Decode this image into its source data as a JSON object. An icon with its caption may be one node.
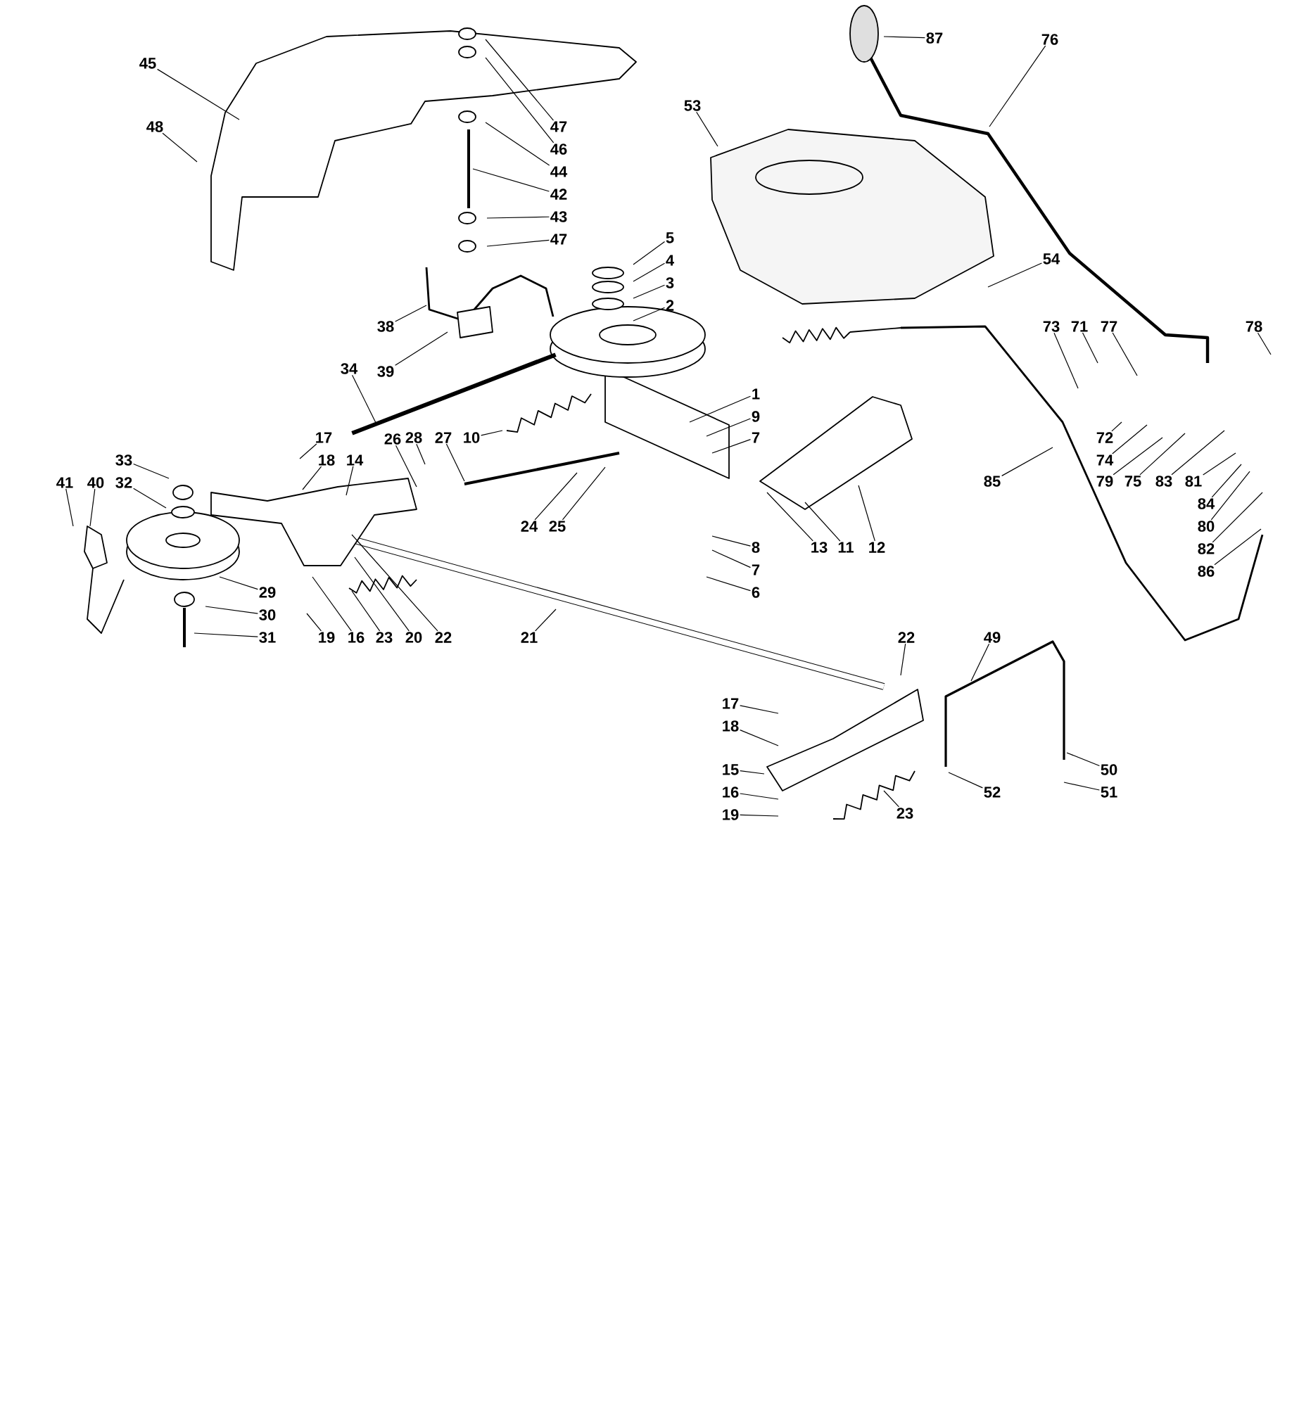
{
  "diagram": {
    "nodes": [
      {
        "text": [
          "45"
        ]
      },
      {
        "text": [
          "48"
        ]
      },
      {
        "text": [
          "47"
        ]
      },
      {
        "text": [
          "46"
        ]
      },
      {
        "text": [
          "44"
        ]
      },
      {
        "text": [
          "42"
        ]
      },
      {
        "text": [
          "43"
        ]
      },
      {
        "text": [
          "47"
        ]
      },
      {
        "text": [
          "87"
        ]
      },
      {
        "text": [
          "76"
        ]
      },
      {
        "text": [
          "53"
        ]
      },
      {
        "text": [
          "5"
        ]
      },
      {
        "text": [
          "4"
        ]
      },
      {
        "text": [
          "3"
        ]
      },
      {
        "text": [
          "2"
        ]
      },
      {
        "text": [
          "38"
        ]
      },
      {
        "text": [
          "39"
        ]
      },
      {
        "text": [
          "34"
        ]
      },
      {
        "text": [
          "54"
        ]
      },
      {
        "text": [
          "73"
        ]
      },
      {
        "text": [
          "71"
        ]
      },
      {
        "text": [
          "77"
        ]
      },
      {
        "text": [
          "78"
        ]
      },
      {
        "text": [
          "1"
        ]
      },
      {
        "text": [
          "9"
        ]
      },
      {
        "text": [
          "7"
        ]
      },
      {
        "text": [
          "10"
        ]
      },
      {
        "text": [
          "17"
        ]
      },
      {
        "text": [
          "26"
        ]
      },
      {
        "text": [
          "28"
        ]
      },
      {
        "text": [
          "27"
        ]
      },
      {
        "text": [
          "72"
        ]
      },
      {
        "text": [
          "33"
        ]
      },
      {
        "text": [
          "18"
        ]
      },
      {
        "text": [
          "14"
        ]
      },
      {
        "text": [
          "74"
        ]
      },
      {
        "text": [
          "41"
        ]
      },
      {
        "text": [
          "40"
        ]
      },
      {
        "text": [
          "32"
        ]
      },
      {
        "text": [
          "85"
        ]
      },
      {
        "text": [
          "79"
        ]
      },
      {
        "text": [
          "75"
        ]
      },
      {
        "text": [
          "83"
        ]
      },
      {
        "text": [
          "81"
        ]
      },
      {
        "text": [
          "84"
        ]
      },
      {
        "text": [
          "24"
        ]
      },
      {
        "text": [
          "25"
        ]
      },
      {
        "text": [
          "80"
        ]
      },
      {
        "text": [
          "13"
        ]
      },
      {
        "text": [
          "11"
        ]
      },
      {
        "text": [
          "12"
        ]
      },
      {
        "text": [
          "8"
        ]
      },
      {
        "text": [
          "82"
        ]
      },
      {
        "text": [
          "7"
        ]
      },
      {
        "text": [
          "86"
        ]
      },
      {
        "text": [
          "29"
        ]
      },
      {
        "text": [
          "30"
        ]
      },
      {
        "text": [
          "6"
        ]
      },
      {
        "text": [
          "31"
        ]
      },
      {
        "text": [
          "19"
        ]
      },
      {
        "text": [
          "16"
        ]
      },
      {
        "text": [
          "23"
        ]
      },
      {
        "text": [
          "20"
        ]
      },
      {
        "text": [
          "22"
        ]
      },
      {
        "text": [
          "21"
        ]
      },
      {
        "text": [
          "22"
        ]
      },
      {
        "text": [
          "49"
        ]
      },
      {
        "text": [
          "17"
        ]
      },
      {
        "text": [
          "18"
        ]
      },
      {
        "text": [
          "15"
        ]
      },
      {
        "text": [
          "50"
        ]
      },
      {
        "text": [
          "16"
        ]
      },
      {
        "text": [
          "52"
        ]
      },
      {
        "text": [
          "51"
        ]
      },
      {
        "text": [
          "23"
        ]
      },
      {
        "text": [
          "19"
        ]
      },
      {
        "text": [],
        "shape": "bar"
      }
    ],
    "edges": [
      {
        "from": 0,
        "to": null,
        "arrow": "none"
      },
      {
        "from": 1,
        "to": null,
        "arrow": "none"
      },
      {
        "from": 2,
        "to": null,
        "arrow": "none"
      },
      {
        "from": 3,
        "to": null,
        "arrow": "none"
      },
      {
        "from": 4,
        "to": null,
        "arrow": "none"
      },
      {
        "from": 5,
        "to": null,
        "arrow": "none"
      },
      {
        "from": 6,
        "to": null,
        "arrow": "none"
      },
      {
        "from": 7,
        "to": null,
        "arrow": "none"
      },
      {
        "from": 8,
        "to": null,
        "arrow": "none"
      },
      {
        "from": 9,
        "to": null,
        "arrow": "none"
      },
      {
        "from": 10,
        "to": null,
        "arrow": "none"
      },
      {
        "from": 11,
        "to": null,
        "arrow": "none"
      },
      {
        "from": 12,
        "to": null,
        "arrow": "none"
      },
      {
        "from": 13,
        "to": null,
        "arrow": "none"
      },
      {
        "from": 14,
        "to": null,
        "arrow": "none"
      },
      {
        "from": 15,
        "to": null,
        "arrow": "none"
      },
      {
        "from": 16,
        "to": null,
        "arrow": "none"
      },
      {
        "from": 17,
        "to": 76,
        "arrow": "none"
      },
      {
        "from": 18,
        "to": null,
        "arrow": "none"
      },
      {
        "from": 19,
        "to": null,
        "arrow": "none"
      },
      {
        "from": 20,
        "to": null,
        "arrow": "none"
      },
      {
        "from": 21,
        "to": null,
        "arrow": "none"
      },
      {
        "from": 22,
        "to": null,
        "arrow": "none"
      },
      {
        "from": 23,
        "to": null,
        "arrow": "none"
      },
      {
        "from": 24,
        "to": null,
        "arrow": "none"
      },
      {
        "from": 25,
        "to": null,
        "arrow": "none"
      },
      {
        "from": 26,
        "to": null,
        "arrow": "none"
      },
      {
        "from": 27,
        "to": null,
        "arrow": "none"
      },
      {
        "from": 28,
        "to": null,
        "arrow": "none"
      },
      {
        "from": 29,
        "to": null,
        "arrow": "none"
      },
      {
        "from": 30,
        "to": null,
        "arrow": "none"
      },
      {
        "from": 31,
        "to": null,
        "arrow": "none"
      },
      {
        "from": 32,
        "to": null,
        "arrow": "none"
      },
      {
        "from": 33,
        "to": null,
        "arrow": "none"
      },
      {
        "from": 34,
        "to": null,
        "arrow": "none"
      },
      {
        "from": 35,
        "to": null,
        "arrow": "none"
      },
      {
        "from": 36,
        "to": null,
        "arrow": "none"
      },
      {
        "from": 37,
        "to": null,
        "arrow": "none"
      },
      {
        "from": 38,
        "to": null,
        "arrow": "none"
      },
      {
        "from": 39,
        "to": null,
        "arrow": "none"
      },
      {
        "from": 40,
        "to": null,
        "arrow": "none"
      },
      {
        "from": 41,
        "to": null,
        "arrow": "none"
      },
      {
        "from": 42,
        "to": null,
        "arrow": "none"
      },
      {
        "from": 43,
        "to": null,
        "arrow": "none"
      },
      {
        "from": 44,
        "to": null,
        "arrow": "none"
      },
      {
        "from": 45,
        "to": null,
        "arrow": "none"
      },
      {
        "from": 46,
        "to": null,
        "arrow": "none"
      },
      {
        "from": 47,
        "to": null,
        "arrow": "none"
      },
      {
        "from": 48,
        "to": null,
        "arrow": "none"
      },
      {
        "from": 49,
        "to": null,
        "arrow": "none"
      },
      {
        "from": 50,
        "to": null,
        "arrow": "none"
      },
      {
        "from": 51,
        "to": null,
        "arrow": "none"
      },
      {
        "from": 52,
        "to": null,
        "arrow": "none"
      },
      {
        "from": 53,
        "to": null,
        "arrow": "none"
      },
      {
        "from": 54,
        "to": null,
        "arrow": "none"
      },
      {
        "from": 55,
        "to": null,
        "arrow": "none"
      },
      {
        "from": 56,
        "to": null,
        "arrow": "none"
      },
      {
        "from": 57,
        "to": null,
        "arrow": "none"
      },
      {
        "from": 58,
        "to": null,
        "arrow": "none"
      },
      {
        "from": 59,
        "to": null,
        "arrow": "none"
      },
      {
        "from": 60,
        "to": null,
        "arrow": "none"
      },
      {
        "from": 61,
        "to": null,
        "arrow": "none"
      },
      {
        "from": 62,
        "to": null,
        "arrow": "none"
      },
      {
        "from": 63,
        "to": null,
        "arrow": "none"
      },
      {
        "from": 64,
        "to": null,
        "arrow": "none"
      },
      {
        "from": 65,
        "to": null,
        "arrow": "none"
      },
      {
        "from": 66,
        "to": null,
        "arrow": "none"
      },
      {
        "from": 67,
        "to": null,
        "arrow": "none"
      },
      {
        "from": 68,
        "to": null,
        "arrow": "none"
      },
      {
        "from": 69,
        "to": null,
        "arrow": "none"
      },
      {
        "from": 70,
        "to": null,
        "arrow": "none"
      },
      {
        "from": 71,
        "to": null,
        "arrow": "none"
      },
      {
        "from": 72,
        "to": null,
        "arrow": "none"
      },
      {
        "from": 73,
        "to": null,
        "arrow": "none"
      },
      {
        "from": 74,
        "to": null,
        "arrow": "none"
      },
      {
        "from": 75,
        "to": null,
        "arrow": "none"
      }
    ]
  }
}
